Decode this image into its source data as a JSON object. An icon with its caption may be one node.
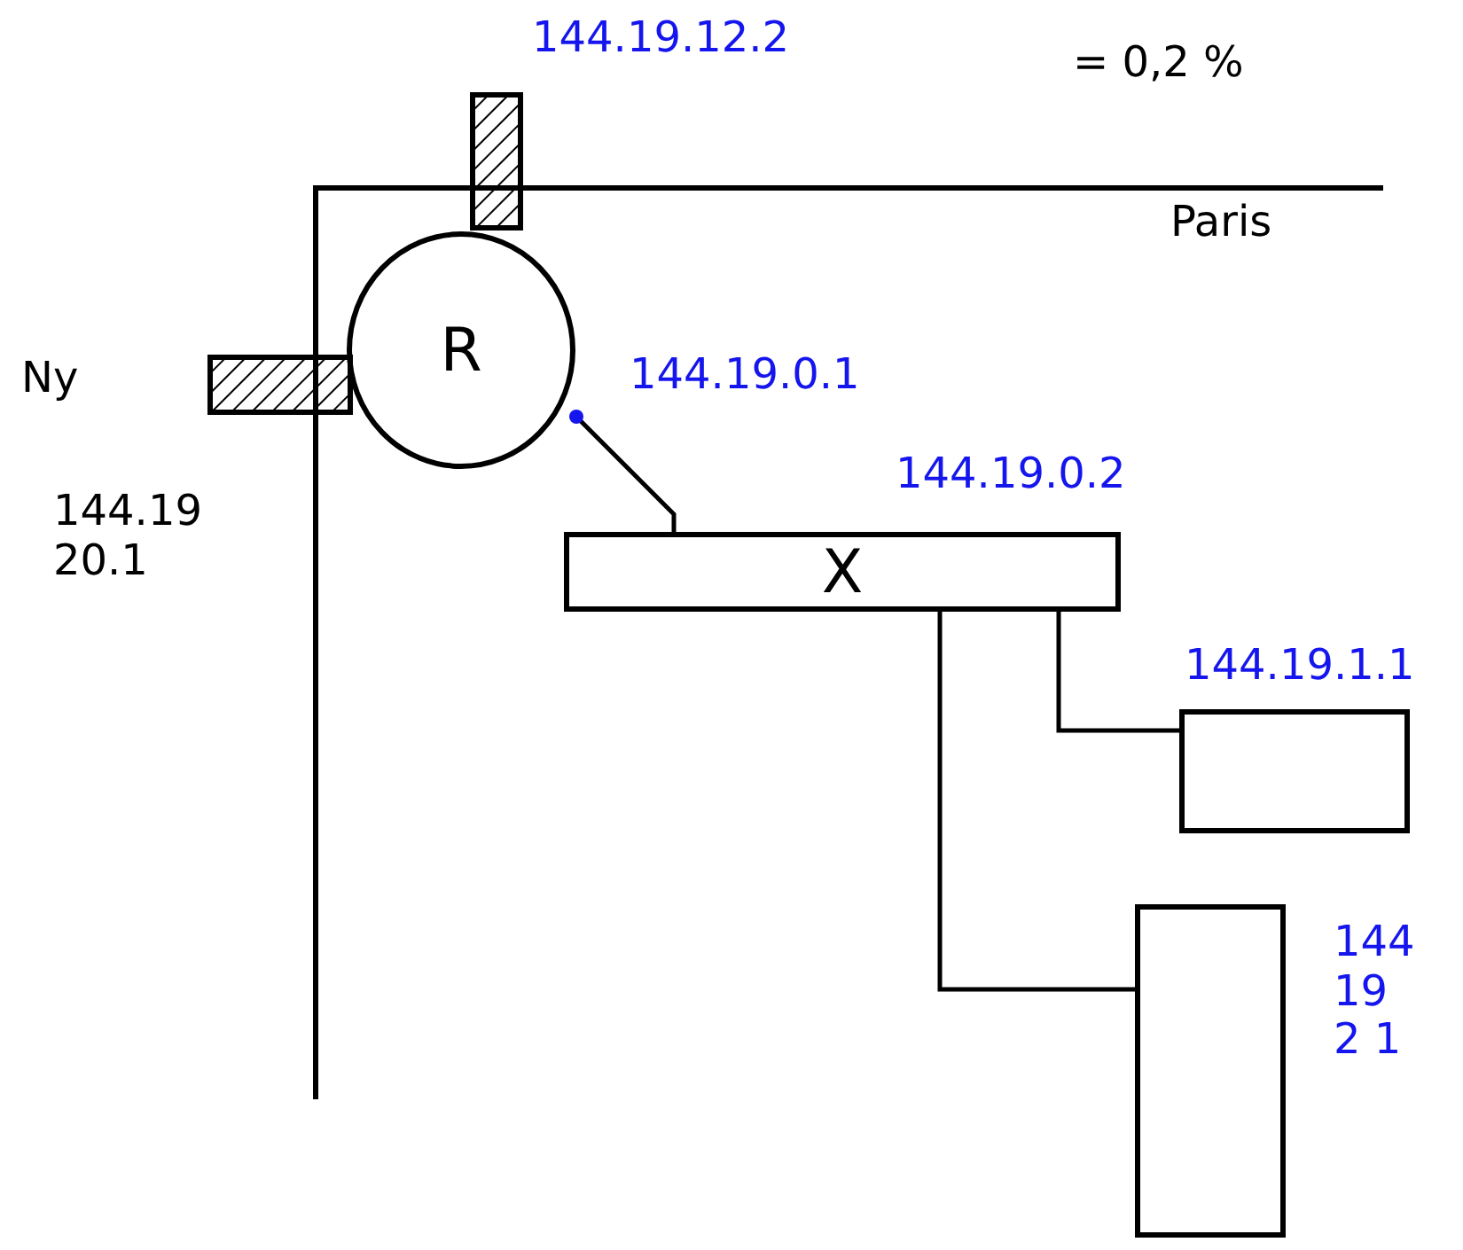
{
  "diagram": {
    "nodes": [
      {
        "text": [
          "R"
        ]
      },
      {
        "text": [
          "X"
        ]
      },
      {
        "text": [],
        "shape": "box",
        "beside": [
          "144.19.1.1"
        ]
      },
      {
        "text": [],
        "shape": "box",
        "beside": [
          "144 19 2 1"
        ]
      },
      {
        "text": [],
        "shape": "box",
        "beside": [
          "144.19.12.2"
        ]
      },
      {
        "text": [],
        "shape": "box",
        "beside": [
          "144.19 20.1"
        ]
      }
    ],
    "edges": [
      {
        "from": 0,
        "to": 1,
        "arrow": "none"
      },
      {
        "from": 1,
        "to": 2,
        "arrow": "none"
      },
      {
        "from": 1,
        "to": 3,
        "arrow": "none"
      }
    ],
    "labels": [
      "= 0,2 %",
      "Paris",
      "Ny",
      "144.19.0.1",
      "144.19.0.2"
    ]
  }
}
